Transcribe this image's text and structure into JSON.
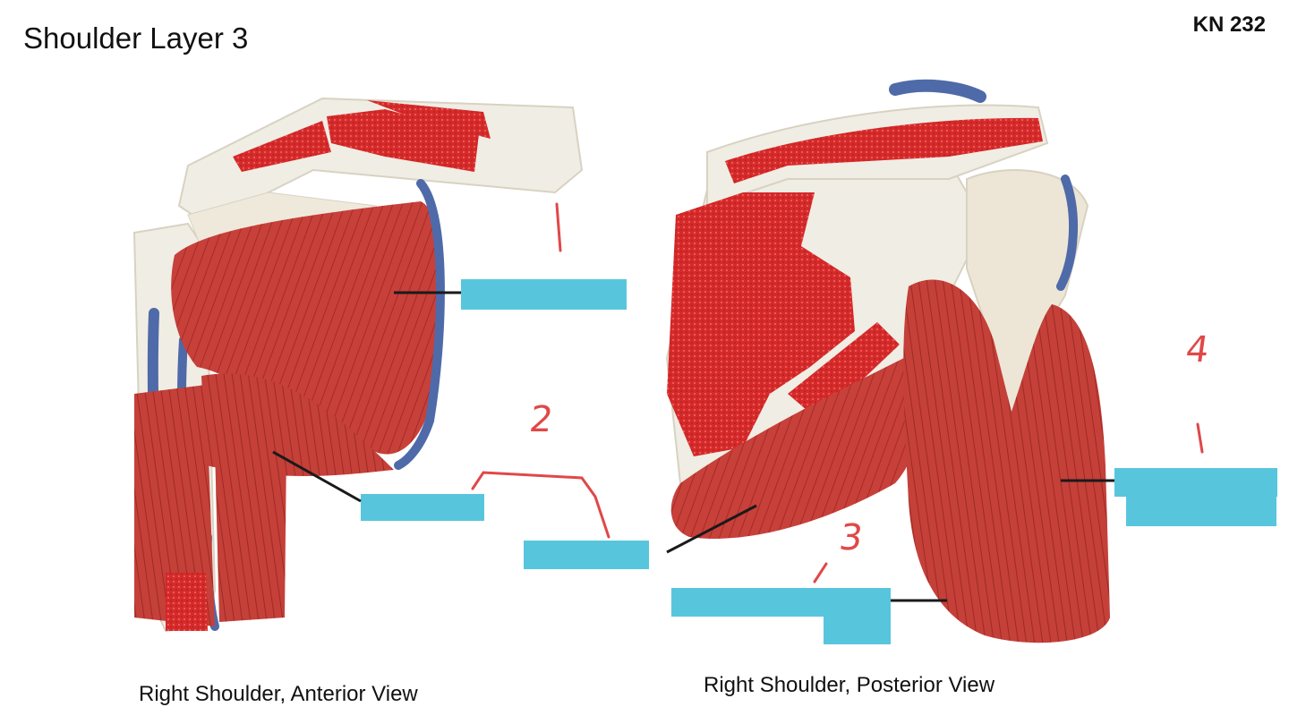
{
  "header": {
    "title": "Shoulder Layer 3",
    "course": "KN 232"
  },
  "captions": {
    "left": "Right Shoulder, Anterior View",
    "right": "Right Shoulder, Posterior View"
  },
  "handwritten": {
    "n2": "2",
    "n3": "3",
    "n4": "4"
  },
  "colors": {
    "bone": "#f0ede4",
    "muscle": "#c8403a",
    "muscle_dark": "#a52b26",
    "cut": "#d62a2a",
    "vessel": "#4f6aa8",
    "label_box": "#57c6dd",
    "leader": "#1a1a1a",
    "ink": "#e04848"
  }
}
